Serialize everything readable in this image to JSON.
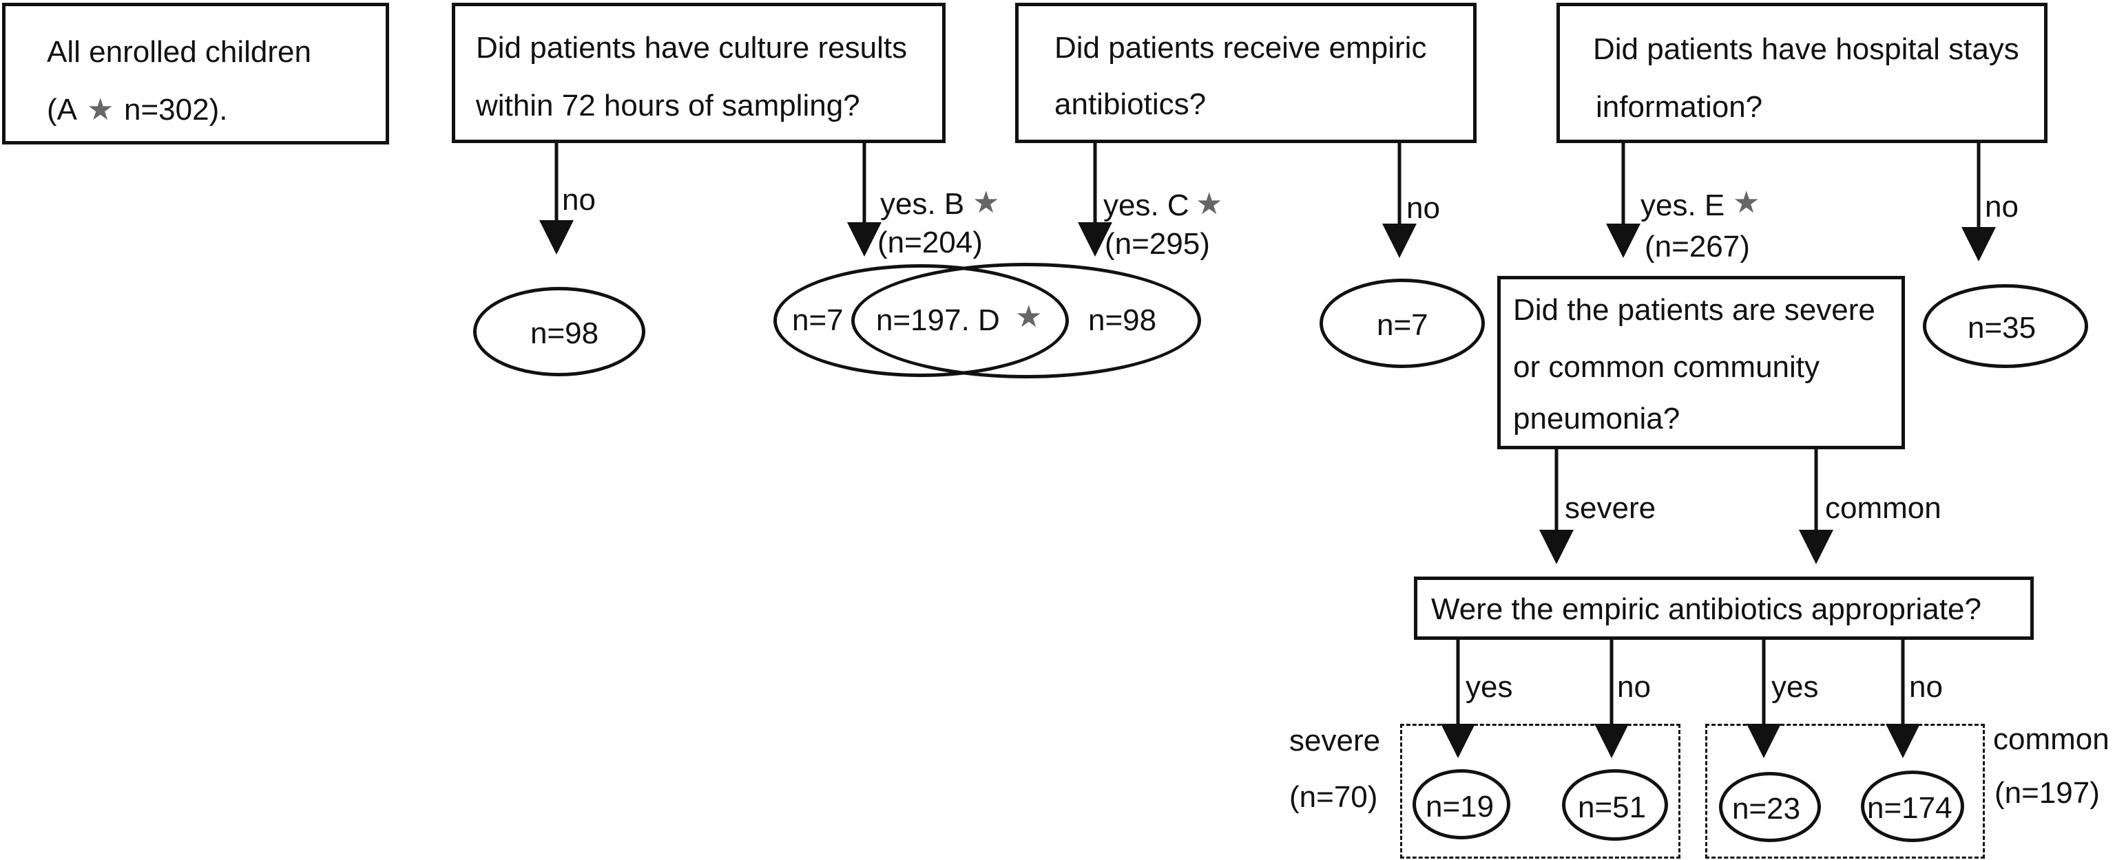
{
  "boxes": {
    "enrolled_line1": "All enrolled children",
    "enrolled_line2_a": "(A",
    "enrolled_line2_b": "n=302).",
    "culture_line1": "Did patients have culture results",
    "culture_line2": "within 72 hours of sampling?",
    "empiric_line1": "Did patients receive empiric",
    "empiric_line2": "antibiotics?",
    "stays_line1": "Did patients have hospital stays",
    "stays_line2": "information?",
    "severity_line1": "Did the patients are severe",
    "severity_line2": "or common community",
    "severity_line3": "pneumonia?",
    "appropriate": "Were the empiric antibiotics appropriate?"
  },
  "edges": {
    "culture_no": "no",
    "culture_yes": "yes. B",
    "culture_yes_n": "(n=204)",
    "empiric_yes": "yes. C",
    "empiric_yes_n": "(n=295)",
    "empiric_no": "no",
    "stays_yes": "yes. E",
    "stays_yes_n": "(n=267)",
    "stays_no": "no",
    "severe": "severe",
    "common": "common",
    "sev_yes": "yes",
    "sev_no": "no",
    "com_yes": "yes",
    "com_no": "no"
  },
  "nodes": {
    "n98_left": "n=98",
    "n7_overlap": "n=7",
    "n197_overlap": "n=197. D",
    "n98_overlap": "n=98",
    "n7_right": "n=7",
    "n35": "n=35",
    "n19": "n=19",
    "n51": "n=51",
    "n23": "n=23",
    "n174": "n=174"
  },
  "groups": {
    "severe_label": "severe",
    "severe_n": "(n=70)",
    "common_label": "common",
    "common_n": "(n=197)"
  },
  "icons": {
    "star": "★"
  },
  "colors": {
    "line": "#111111",
    "star": "#666666"
  }
}
